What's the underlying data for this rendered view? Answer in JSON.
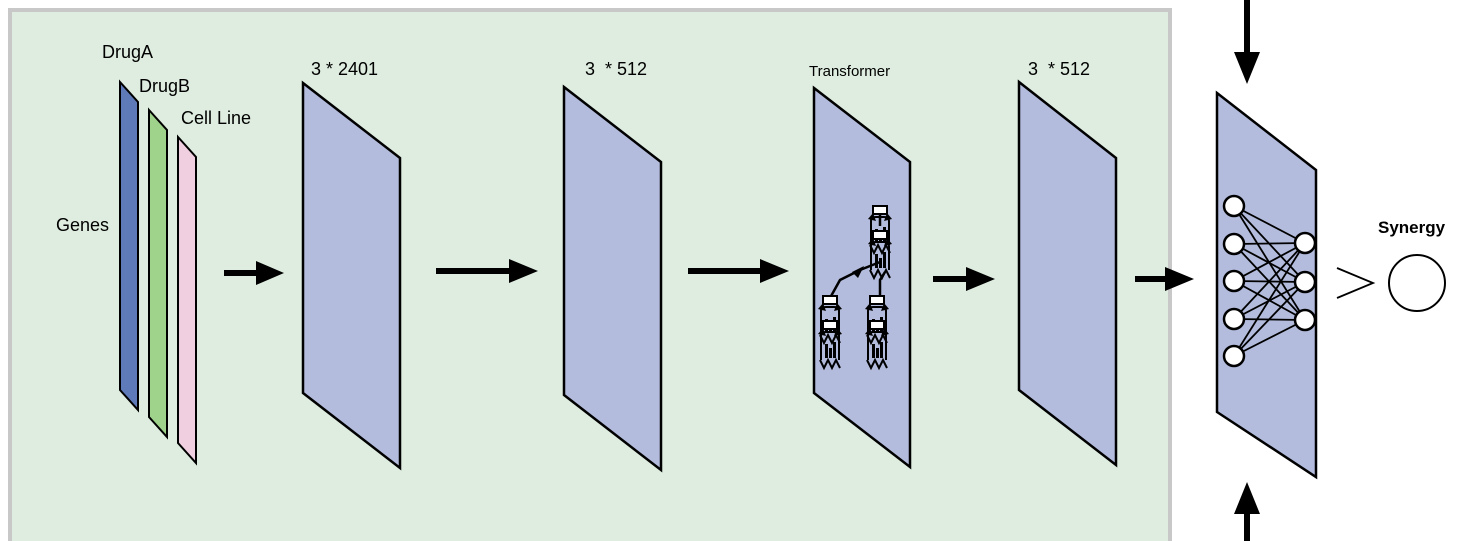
{
  "colors": {
    "panel_fill": "#deeddf",
    "panel_border": "#c8c8c8",
    "layer_fill": "#b3bcdc",
    "drug_a": "#5f7ab8",
    "drug_b": "#9fd38c",
    "cell_line": "#f0cfe0",
    "stroke": "#000000"
  },
  "inputs": {
    "drug_a": "DrugA",
    "drug_b": "DrugB",
    "cell_line": "Cell Line",
    "genes": "Genes"
  },
  "layers": {
    "layer1_label": "3 * 2401",
    "layer2_label": "3  * 512",
    "transformer_label": "Transformer",
    "layer4_label": "3  * 512"
  },
  "output": {
    "synergy_label": "Synergy"
  },
  "icons": [
    "arrow-right-icon",
    "arrow-down-icon",
    "arrow-up-icon",
    "neural-network-icon",
    "transformer-block-icon",
    "output-node-icon"
  ]
}
